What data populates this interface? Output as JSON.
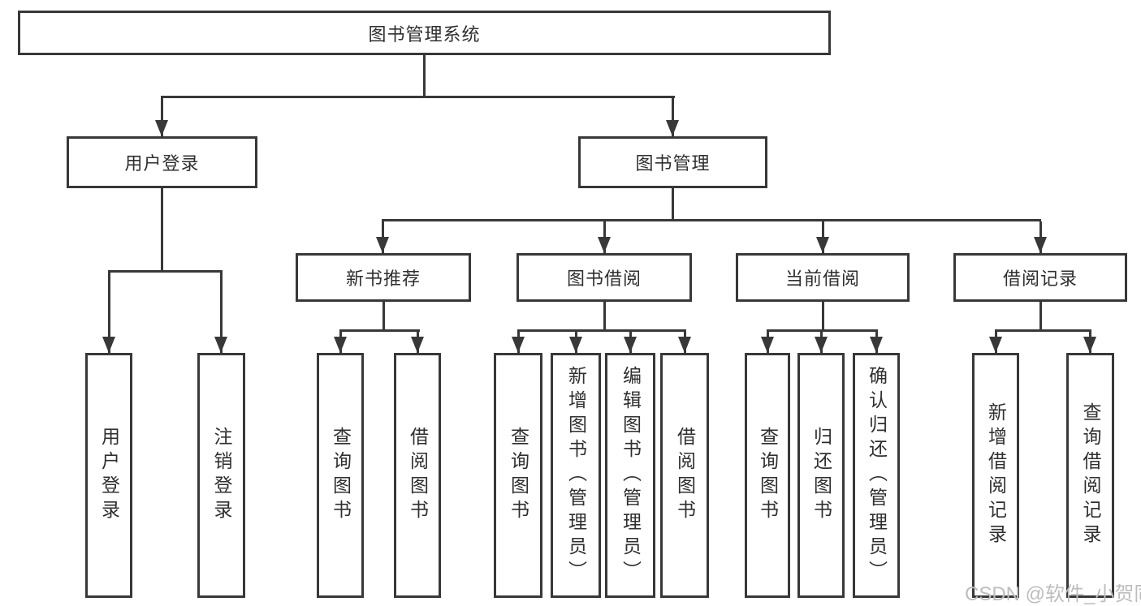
{
  "diagram": {
    "title": "图书管理系统",
    "colors": {
      "line": "#383838",
      "text": "#2f2f2f",
      "watermark": "#bdbdbd"
    },
    "level2": {
      "user_login": "用户登录",
      "book_mgmt": "图书管理"
    },
    "level3": {
      "new_book_rec": "新书推荐",
      "book_borrow": "图书借阅",
      "current_borrow": "当前借阅",
      "borrow_records": "借阅记录"
    },
    "leaves": {
      "user_login": [
        "用户登录",
        "注销登录"
      ],
      "new_book_rec": [
        "查询图书",
        "借阅图书"
      ],
      "book_borrow": [
        "查询图书",
        "新增图书（管理员）",
        "编辑图书（管理员）",
        "借阅图书"
      ],
      "current_borrow": [
        "查询图书",
        "归还图书",
        "确认归还（管理员）"
      ],
      "borrow_records": [
        "新增借阅记录",
        "查询借阅记录"
      ]
    },
    "watermark": "CSDN @软件_小贺同学"
  }
}
